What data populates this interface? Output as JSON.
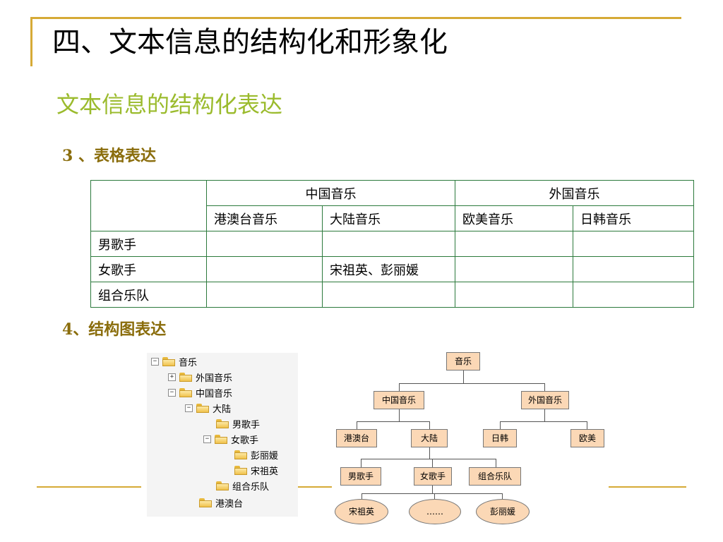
{
  "slide": {
    "title": "四、文本信息的结构化和形象化",
    "subtitle": "文本信息的结构化表达",
    "section3": "3 、表格表达",
    "section4": "4、结构图表达"
  },
  "table": {
    "group_headers": [
      "中国音乐",
      "外国音乐"
    ],
    "sub_headers": [
      "港澳台音乐",
      "大陆音乐",
      "欧美音乐",
      "日韩音乐"
    ],
    "rows": [
      {
        "label": "男歌手",
        "cells": [
          "",
          "",
          "",
          ""
        ]
      },
      {
        "label": "女歌手",
        "cells": [
          "",
          "宋祖英、彭丽媛",
          "",
          ""
        ]
      },
      {
        "label": "组合乐队",
        "cells": [
          "",
          "",
          "",
          ""
        ]
      }
    ]
  },
  "tree": {
    "items": [
      {
        "label": "音乐",
        "toggle": "−"
      },
      {
        "label": "外国音乐",
        "toggle": "+"
      },
      {
        "label": "中国音乐",
        "toggle": "−"
      },
      {
        "label": "大陆",
        "toggle": "−"
      },
      {
        "label": "男歌手",
        "toggle": ""
      },
      {
        "label": "女歌手",
        "toggle": "−"
      },
      {
        "label": "彭丽媛",
        "toggle": ""
      },
      {
        "label": "宋祖英",
        "toggle": ""
      },
      {
        "label": "组合乐队",
        "toggle": ""
      },
      {
        "label": "港澳台",
        "toggle": ""
      }
    ]
  },
  "diagram": {
    "root": "音乐",
    "level1": [
      "中国音乐",
      "外国音乐"
    ],
    "level2": [
      "港澳台",
      "大陆",
      "日韩",
      "欧美"
    ],
    "level3": [
      "男歌手",
      "女歌手",
      "组合乐队"
    ],
    "level4": [
      "宋祖英",
      "……",
      "彭丽媛"
    ]
  },
  "colors": {
    "accent_line": "#d6aa36",
    "subtitle": "#9bbb2d",
    "section_heading": "#8a6d0c",
    "table_border": "#2c7a3c",
    "diagram_fill": "#fbd8b6"
  }
}
